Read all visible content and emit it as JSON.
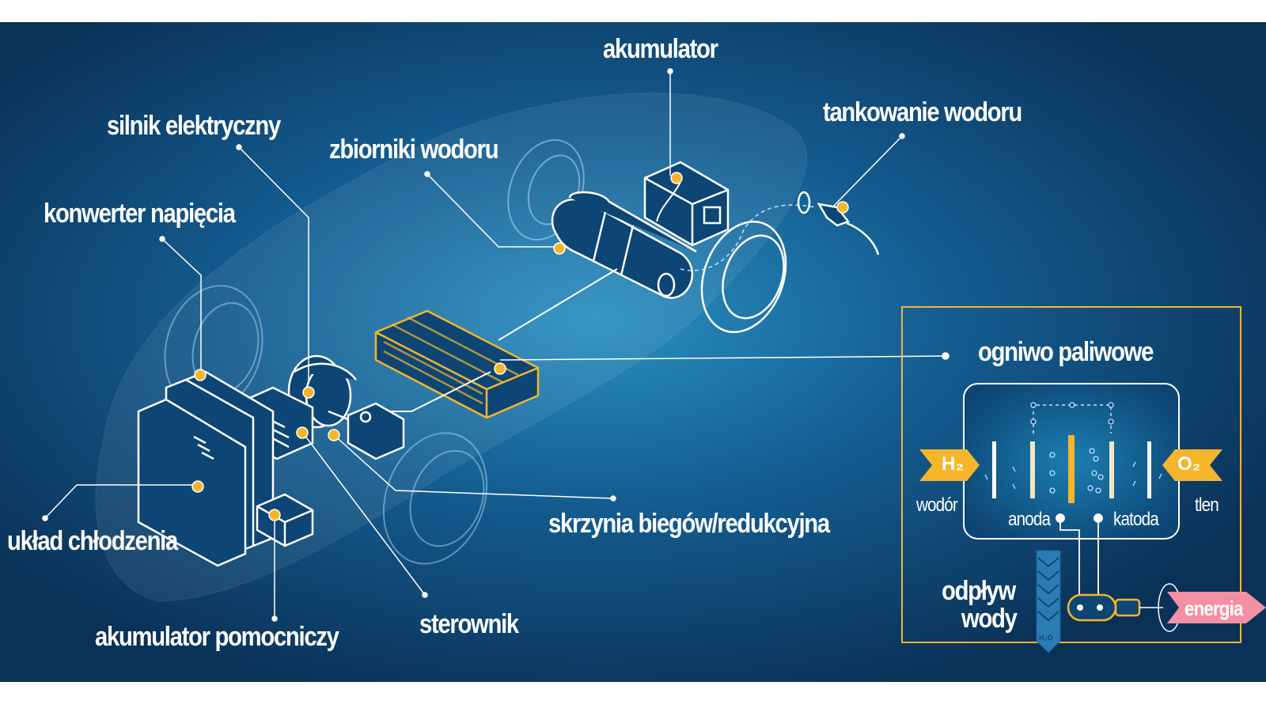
{
  "labels": {
    "akumulator": "akumulator",
    "tankowanie": "tankowanie wodoru",
    "silnik": "silnik elektryczny",
    "zbiorniki": "zbiorniki wodoru",
    "konwerter": "konwerter napięcia",
    "ogniwo": "ogniwo paliwowe",
    "skrzynia": "skrzynia biegów/redukcyjna",
    "uklad": "układ chłodzenia",
    "sterownik": "sterownik",
    "akumulator_pom": "akumulator pomocniczy"
  },
  "fuel_cell": {
    "h2": "H₂",
    "o2": "O₂",
    "wodor": "wodór",
    "tlen": "tlen",
    "anoda": "anoda",
    "katoda": "katoda",
    "odplyw_line1": "odpływ",
    "odplyw_line2": "wody",
    "h2o": "H₂O",
    "energia": "energia"
  },
  "colors": {
    "background_dark": "#0b3a63",
    "background_light": "#1a6c9e",
    "accent_orange": "#f7b52c",
    "energy_pink": "#f58fa3",
    "line_white": "#ffffff"
  }
}
